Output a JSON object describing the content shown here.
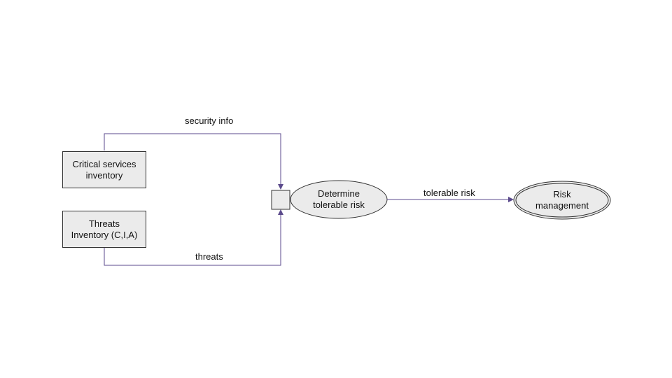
{
  "colors": {
    "edge": "#5b4a8c",
    "node_fill": "#ebebeb",
    "node_stroke": "#333333"
  },
  "nodes": {
    "critical_services": {
      "line1": "Critical services",
      "line2": "inventory"
    },
    "threats_inventory": {
      "line1": "Threats",
      "line2": "Inventory (C,I,A)"
    },
    "determine": {
      "line1": "Determine",
      "line2": "tolerable risk"
    },
    "risk_management": {
      "line1": "Risk",
      "line2": "management"
    }
  },
  "edges": {
    "security_info": "security info",
    "threats": "threats",
    "tolerable_risk": "tolerable risk"
  }
}
